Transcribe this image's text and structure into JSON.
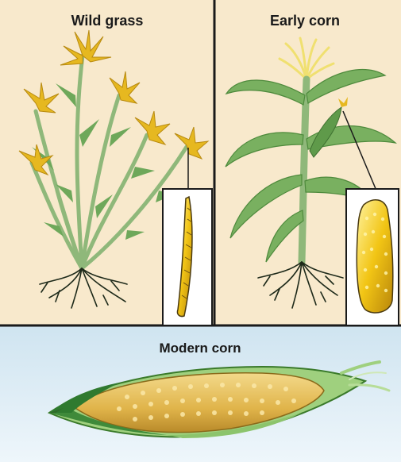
{
  "panels": {
    "wild_grass": {
      "title": "Wild grass"
    },
    "early_corn": {
      "title": "Early corn"
    },
    "modern_corn": {
      "title": "Modern corn"
    }
  },
  "colors": {
    "top_background": "#f8e9cc",
    "bottom_background": "#d9ebf4",
    "divider": "#1a1a1a",
    "stem_green": "#8fb87a",
    "leaf_green": "#6ea85a",
    "flower_yellow": "#e6b820",
    "kernel_yellow": "#f2c515",
    "roots": "#1e2a1a"
  },
  "icons": [
    "wild-grass-plant",
    "early-corn-plant",
    "modern-corn-cob"
  ]
}
